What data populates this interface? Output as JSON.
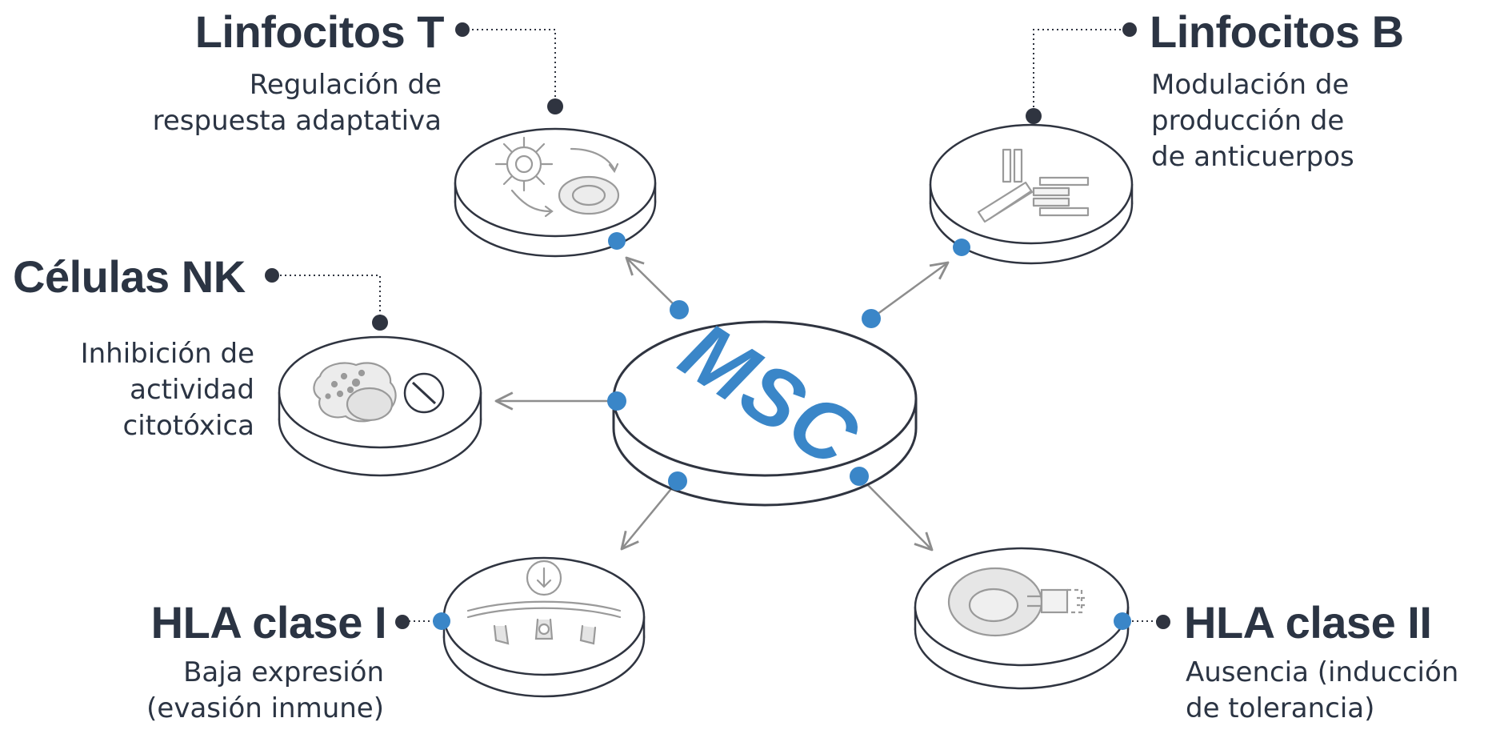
{
  "center": {
    "label": "MSC"
  },
  "nodes": {
    "t_cells": {
      "title": "Linfocitos T",
      "desc": [
        "Regulación de",
        "respuesta adaptativa"
      ],
      "icon": "t-cell-interaction-icon"
    },
    "b_cells": {
      "title": "Linfocitos B",
      "desc": [
        "Modulación de",
        "producción de",
        "de anticuerpos"
      ],
      "icon": "antibody-icon"
    },
    "nk_cells": {
      "title": "Células NK",
      "desc": [
        "Inhibición de",
        "actividad",
        "citotóxica"
      ],
      "icon": "nk-cell-inhibited-icon"
    },
    "hla1": {
      "title": "HLA clase I",
      "desc": [
        "Baja expresión",
        "(evasión inmune)"
      ],
      "icon": "membrane-receptor-down-icon"
    },
    "hla2": {
      "title": "HLA clase II",
      "desc": [
        "Ausencia (inducción",
        "de tolerancia)"
      ],
      "icon": "cell-missing-receptor-icon"
    }
  },
  "colors": {
    "accent": "#3a86c8",
    "text": "#2b3443",
    "stroke": "#2f3440",
    "icon": "#9a9a9a"
  }
}
